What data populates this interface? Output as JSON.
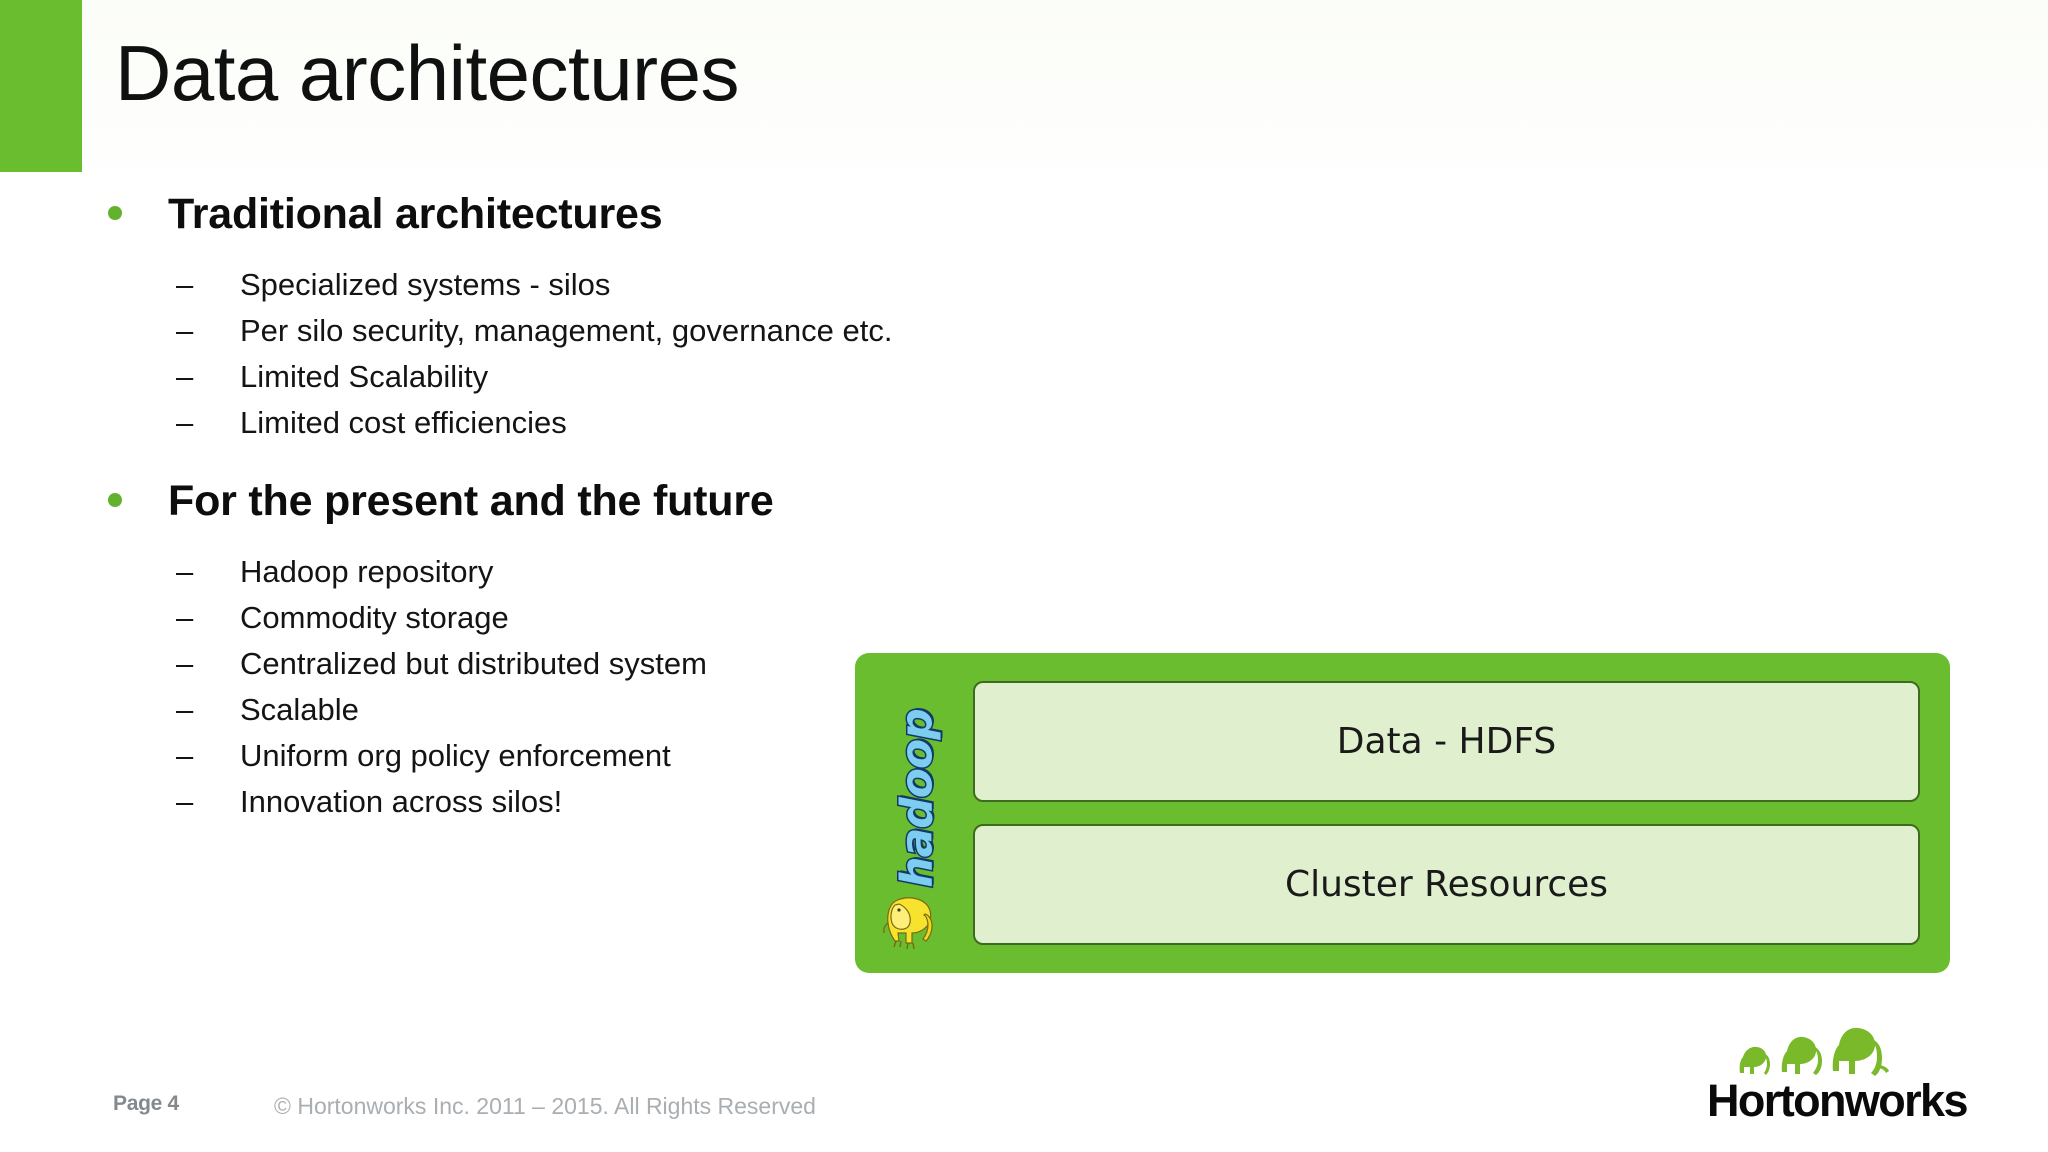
{
  "slide": {
    "title": "Data architectures",
    "accent_color": "#69bd2f",
    "background_color": "#ffffff"
  },
  "bullets": [
    {
      "label": "Traditional architectures",
      "sub_marker": "–",
      "sub_items": [
        "Specialized systems - silos",
        "Per silo security, management, governance etc.",
        "Limited Scalability",
        "Limited cost efficiencies"
      ]
    },
    {
      "label": "For the present and the future",
      "sub_marker": "–",
      "sub_items": [
        "Hadoop repository",
        "Commodity storage",
        "Centralized but distributed system",
        "Scalable",
        "Uniform org policy enforcement",
        "Innovation across silos!"
      ]
    }
  ],
  "diagram": {
    "logo_text": "hadoop",
    "panel_bg": "#e0f0cf",
    "panel_border": "#3f6b1e",
    "box_color": "#69bd2f",
    "panels": [
      "Data - HDFS",
      "Cluster Resources"
    ]
  },
  "footer": {
    "page_label": "Page 4",
    "copyright": "© Hortonworks Inc. 2011 – 2015. All Rights Reserved",
    "brand_name": "Hortonworks",
    "brand_color": "#7ab929"
  }
}
